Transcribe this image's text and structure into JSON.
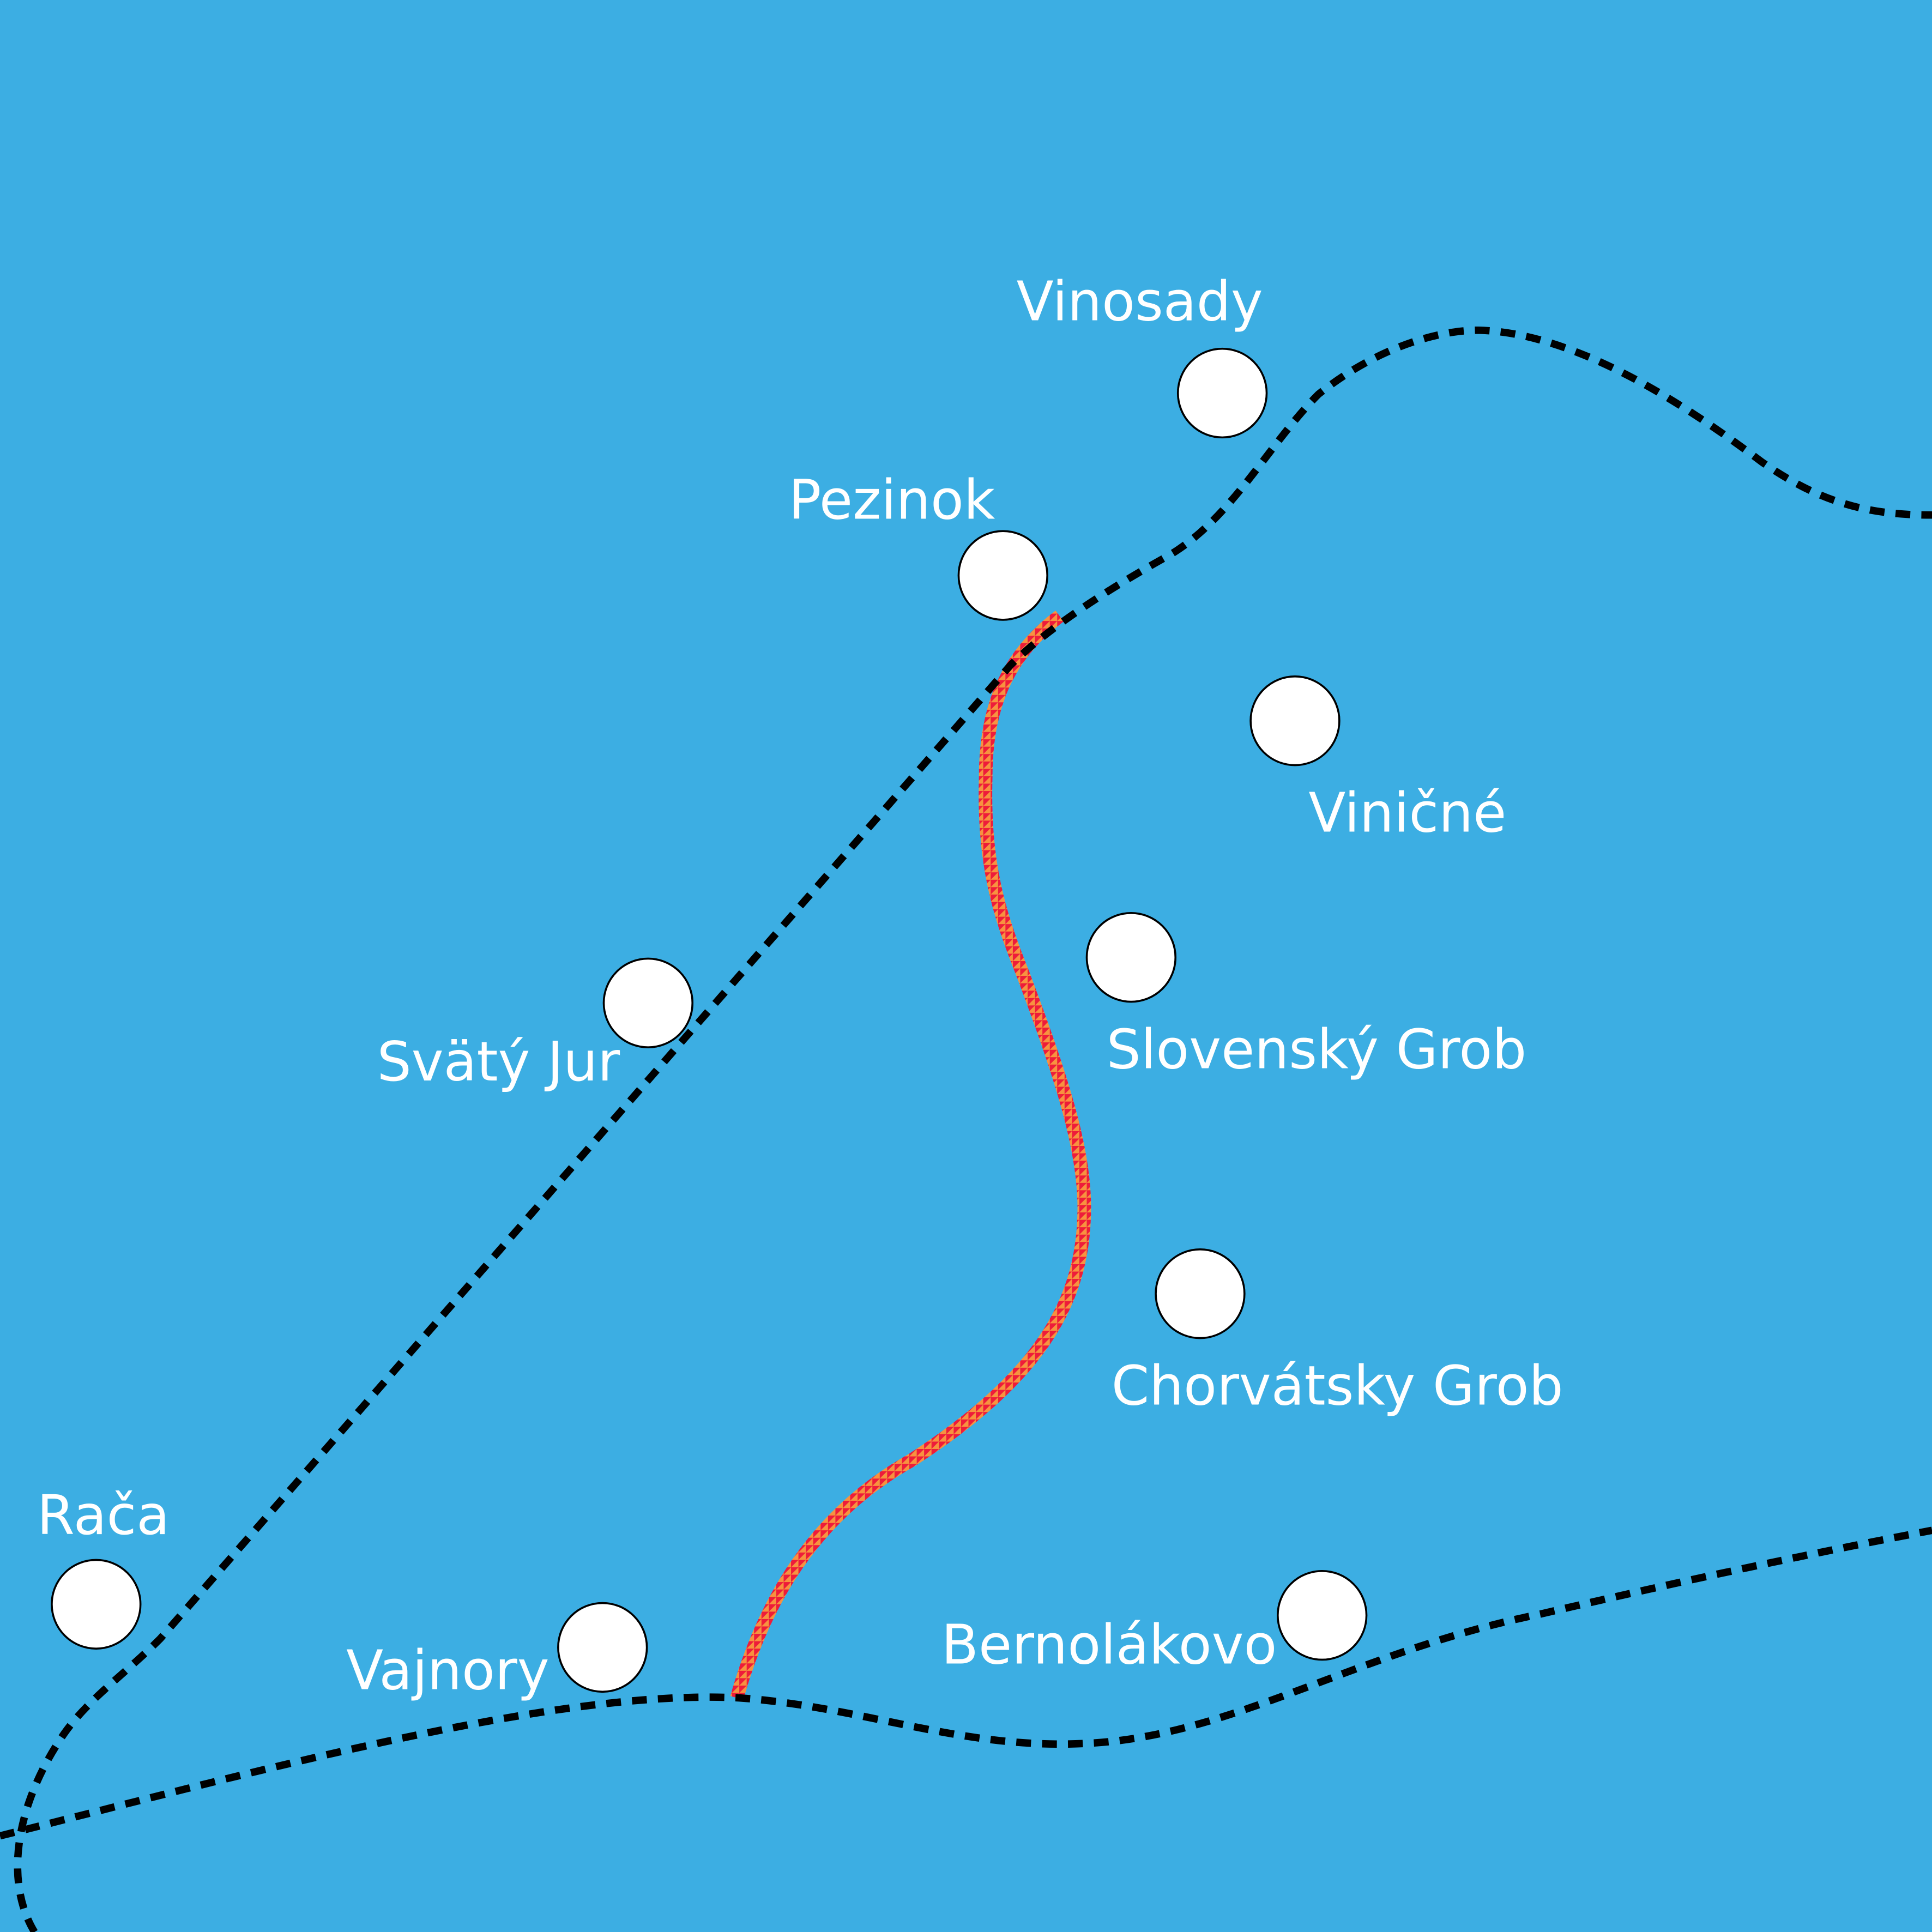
{
  "map": {
    "background_color": "#3caee3",
    "route_colors": [
      "#ee1c3a",
      "#f7923f"
    ],
    "towns": [
      {
        "id": "vinosady",
        "name": "Vinosady"
      },
      {
        "id": "pezinok",
        "name": "Pezinok"
      },
      {
        "id": "vinicne",
        "name": "Viničné"
      },
      {
        "id": "slovensky-grob",
        "name": "Slovenský Grob"
      },
      {
        "id": "svaty-jur",
        "name": "Svätý Jur"
      },
      {
        "id": "chorvatsky-grob",
        "name": "Chorvátsky Grob"
      },
      {
        "id": "raca",
        "name": "Rača"
      },
      {
        "id": "vajnory",
        "name": "Vajnory"
      },
      {
        "id": "bernolakovo",
        "name": "Bernolákovo"
      }
    ]
  }
}
